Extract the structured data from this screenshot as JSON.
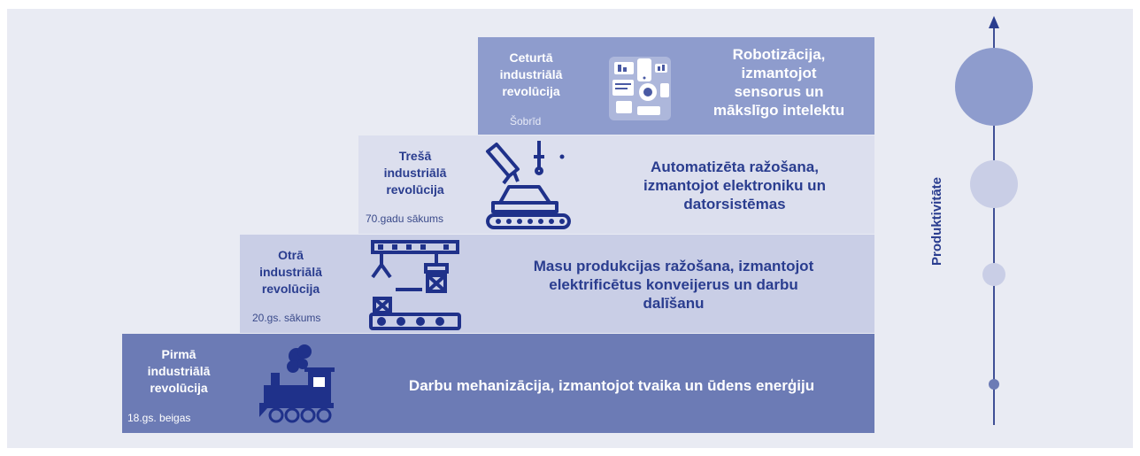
{
  "steps": [
    {
      "era": [
        "Pirmā",
        "industriālā",
        "revolūcija"
      ],
      "date": "18.gs. beigas",
      "desc": [
        "Darbu mehanizācija, izmantojot tvaika un ūdens enerģiju"
      ],
      "icon": "steam-locomotive-icon"
    },
    {
      "era": [
        "Otrā",
        "industriālā",
        "revolūcija"
      ],
      "date": "20.gs. sākums",
      "desc": [
        "Masu produkcijas ražošana, izmantojot",
        "elektrificētus konveijerus un darbu",
        "dalīšanu"
      ],
      "icon": "conveyor-belt-icon"
    },
    {
      "era": [
        "Trešā",
        "industriālā",
        "revolūcija"
      ],
      "date": "70.gadu sākums",
      "desc": [
        "Automatizēta ražošana,",
        "izmantojot elektroniku un",
        "datorsistēmas"
      ],
      "icon": "robot-arm-car-icon"
    },
    {
      "era": [
        "Ceturtā",
        "industriālā",
        "revolūcija"
      ],
      "date": "Šobrīd",
      "desc": [
        "Robotizācija,",
        "izmantojot",
        "sensorus un",
        "mākslīgo intelektu"
      ],
      "icon": "smart-devices-icon"
    }
  ],
  "axis": {
    "label": "Produktivitāte"
  },
  "colors": {
    "dark": "#2a3d8f",
    "step1": "#6c7bb5",
    "step2": "#c9cee6",
    "step3": "#dcdfee",
    "step4": "#8e9ccd"
  }
}
